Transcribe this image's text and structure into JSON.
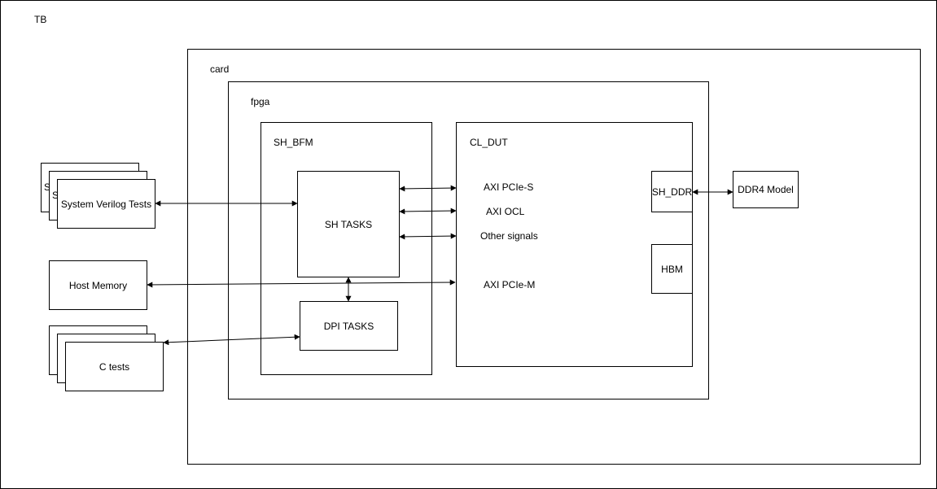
{
  "tb": {
    "label": "TB"
  },
  "card": {
    "label": "card"
  },
  "fpga": {
    "label": "fpga"
  },
  "sh_bfm": {
    "label": "SH_BFM",
    "sh_tasks": "SH TASKS",
    "dpi_tasks": "DPI TASKS"
  },
  "cl_dut": {
    "label": "CL_DUT",
    "signals": {
      "axi_pcie_s": "AXI PCIe-S",
      "axi_ocl": "AXI OCL",
      "other": "Other signals",
      "axi_pcie_m": "AXI PCIe-M"
    },
    "sh_ddr": "SH_DDR",
    "hbm": "HBM"
  },
  "external": {
    "sv_tests": "System Verilog Tests",
    "sv_stack_glyph": "S",
    "host_memory": "Host Memory",
    "c_tests": "C tests",
    "ddr4_model": "DDR4 Model"
  },
  "colors": {
    "stroke": "#000000",
    "fill": "#ffffff"
  }
}
